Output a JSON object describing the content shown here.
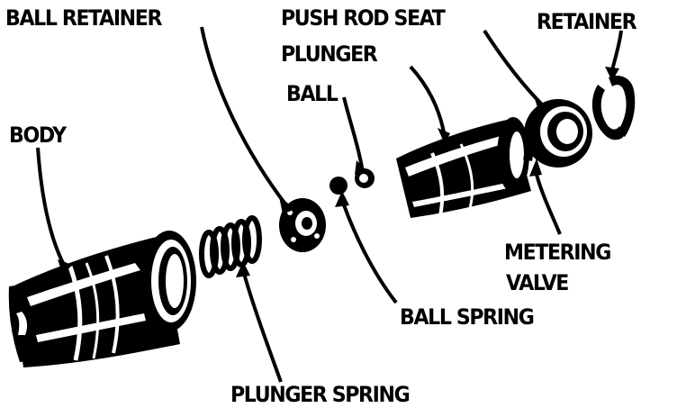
{
  "labels": {
    "ball_retainer": "BALL RETAINER",
    "push_rod_seat": "PUSH ROD SEAT",
    "retainer": "RETAINER",
    "plunger": "PLUNGER",
    "ball": "BALL",
    "body": "BODY",
    "metering_valve_line1": "METERING",
    "metering_valve_line2": "VALVE",
    "ball_spring": "BALL SPRING",
    "plunger_spring": "PLUNGER SPRING"
  },
  "colors": {
    "ink": "#000000",
    "paper": "#ffffff"
  }
}
